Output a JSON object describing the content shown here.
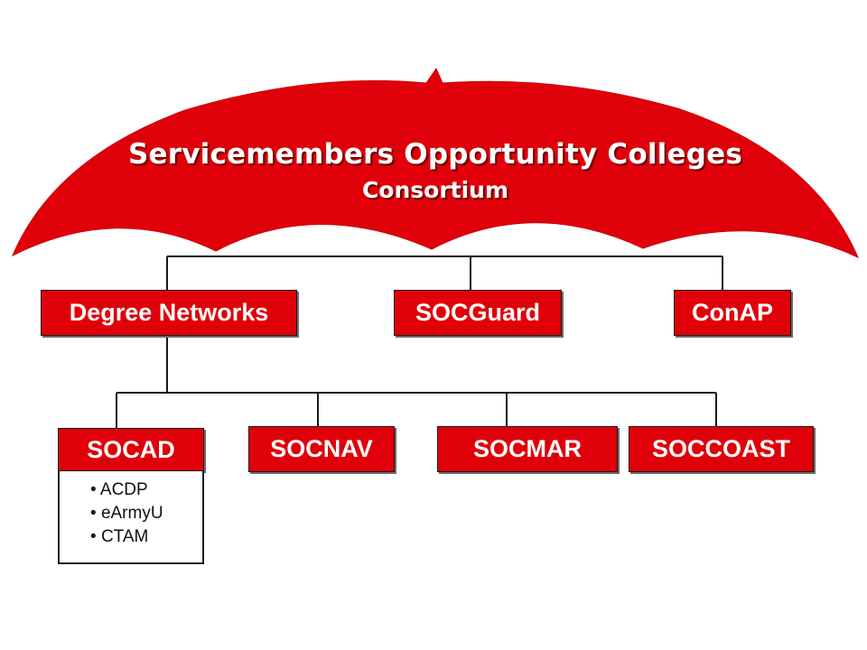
{
  "umbrella": {
    "title": "Servicemembers Opportunity Colleges",
    "subtitle": "Consortium",
    "color": "#e0000a"
  },
  "level1": [
    {
      "id": "degree-networks",
      "label": "Degree Networks"
    },
    {
      "id": "socguard",
      "label": "SOCGuard"
    },
    {
      "id": "conap",
      "label": "ConAP"
    }
  ],
  "level2": [
    {
      "id": "socad",
      "label": "SOCAD"
    },
    {
      "id": "socnav",
      "label": "SOCNAV"
    },
    {
      "id": "socmar",
      "label": "SOCMAR"
    },
    {
      "id": "soccoast",
      "label": "SOCCOAST"
    }
  ],
  "socad_programs": [
    "ACDP",
    "eArmyU",
    "CTAM"
  ]
}
